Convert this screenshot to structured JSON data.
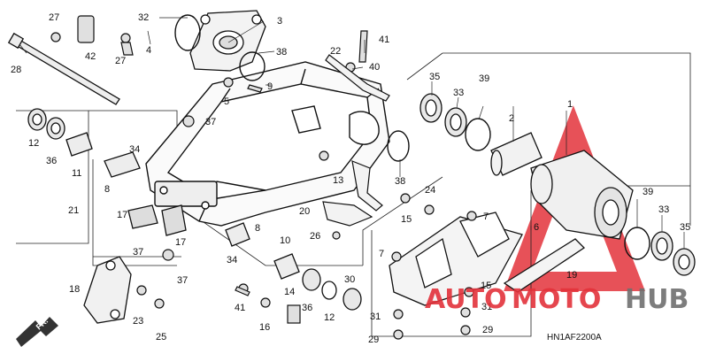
{
  "diagram": {
    "diagram_code": "HN1AF2200A",
    "front_marker": "FR.",
    "watermark": {
      "word1": "AUTO",
      "word2": "MOTO",
      "word3": "HUB",
      "color_red": "#e3323b",
      "color_gray": "#6f6f6f"
    },
    "callouts": [
      "1",
      "2",
      "3",
      "4",
      "5",
      "6",
      "7",
      "7",
      "8",
      "8",
      "9",
      "10",
      "11",
      "12",
      "12",
      "13",
      "14",
      "15",
      "15",
      "16",
      "17",
      "17",
      "18",
      "19",
      "20",
      "21",
      "22",
      "23",
      "24",
      "25",
      "26",
      "27",
      "27",
      "28",
      "29",
      "29",
      "30",
      "31",
      "31",
      "32",
      "33",
      "33",
      "34",
      "34",
      "35",
      "35",
      "36",
      "36",
      "37",
      "37",
      "37",
      "38",
      "38",
      "39",
      "39",
      "40",
      "41",
      "41",
      "42"
    ]
  }
}
